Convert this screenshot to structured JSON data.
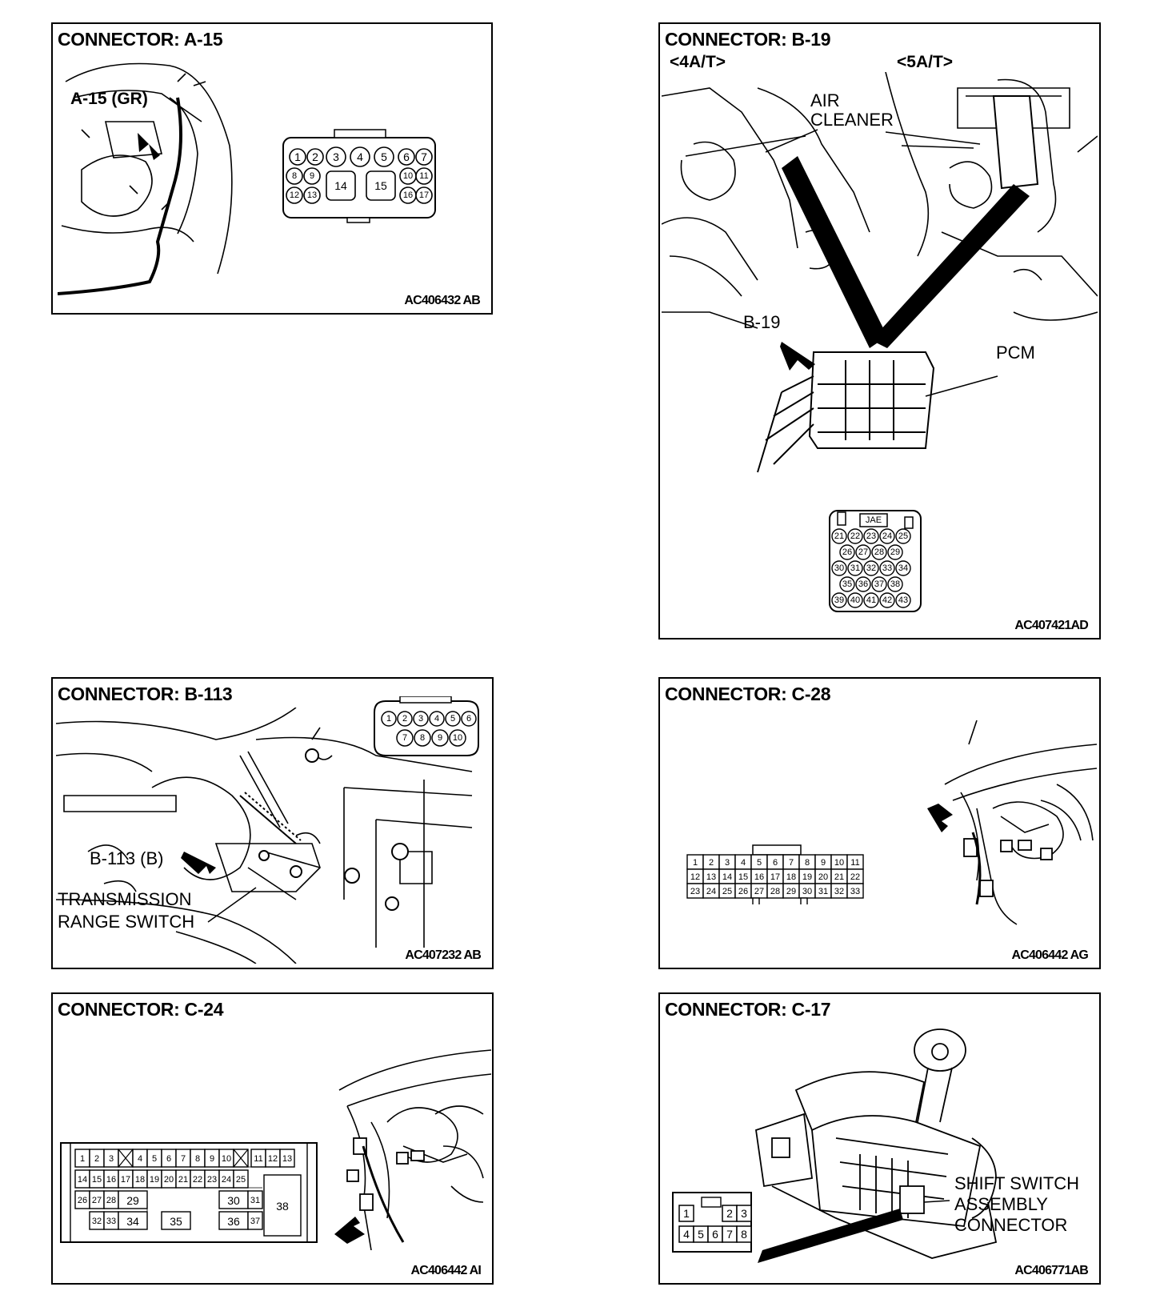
{
  "panels": {
    "a15": {
      "title": "CONNECTOR: A-15",
      "callout": "A-15 (GR)",
      "code": "AC406432 AB",
      "pins": [
        "1",
        "2",
        "3",
        "4",
        "5",
        "6",
        "7",
        "8",
        "9",
        "10",
        "11",
        "12",
        "13",
        "14",
        "15",
        "16",
        "17"
      ]
    },
    "b19": {
      "title": "CONNECTOR: B-19",
      "variant_left": "<4A/T>",
      "variant_right": "<5A/T>",
      "air_cleaner": "AIR\nCLEANER",
      "callout": "B-19",
      "pcm": "PCM",
      "jae": "JAE",
      "code": "AC407421AD",
      "pins": [
        "21",
        "22",
        "23",
        "24",
        "25",
        "26",
        "27",
        "28",
        "29",
        "30",
        "31",
        "32",
        "33",
        "34",
        "35",
        "36",
        "37",
        "38",
        "39",
        "40",
        "41",
        "42",
        "43"
      ]
    },
    "b113": {
      "title": "CONNECTOR: B-113",
      "callout": "B-113 (B)",
      "switch_label": "TRANSMISSION\nRANGE SWITCH",
      "code": "AC407232 AB",
      "pins": [
        "1",
        "2",
        "3",
        "4",
        "5",
        "6",
        "7",
        "8",
        "9",
        "10"
      ]
    },
    "c28": {
      "title": "CONNECTOR: C-28",
      "code": "AC406442 AG",
      "rows": [
        [
          "1",
          "2",
          "3",
          "4",
          "5",
          "6",
          "7",
          "8",
          "9",
          "10",
          "11"
        ],
        [
          "12",
          "13",
          "14",
          "15",
          "16",
          "17",
          "18",
          "19",
          "20",
          "21",
          "22"
        ],
        [
          "23",
          "24",
          "25",
          "26",
          "27",
          "28",
          "29",
          "30",
          "31",
          "32",
          "33"
        ]
      ]
    },
    "c24": {
      "title": "CONNECTOR: C-24",
      "code": "AC406442 AI",
      "pins": [
        "1",
        "2",
        "3",
        "4",
        "5",
        "6",
        "7",
        "8",
        "9",
        "10",
        "11",
        "12",
        "13",
        "14",
        "15",
        "16",
        "17",
        "18",
        "19",
        "20",
        "21",
        "22",
        "23",
        "24",
        "25",
        "26",
        "27",
        "28",
        "29",
        "30",
        "31",
        "32",
        "33",
        "34",
        "35",
        "36",
        "37",
        "38"
      ]
    },
    "c17": {
      "title": "CONNECTOR: C-17",
      "callout": "SHIFT SWITCH\nASSEMBLY\nCONNECTOR",
      "code": "AC406771AB",
      "pins": [
        "1",
        "2",
        "3",
        "4",
        "5",
        "6",
        "7",
        "8"
      ]
    }
  }
}
